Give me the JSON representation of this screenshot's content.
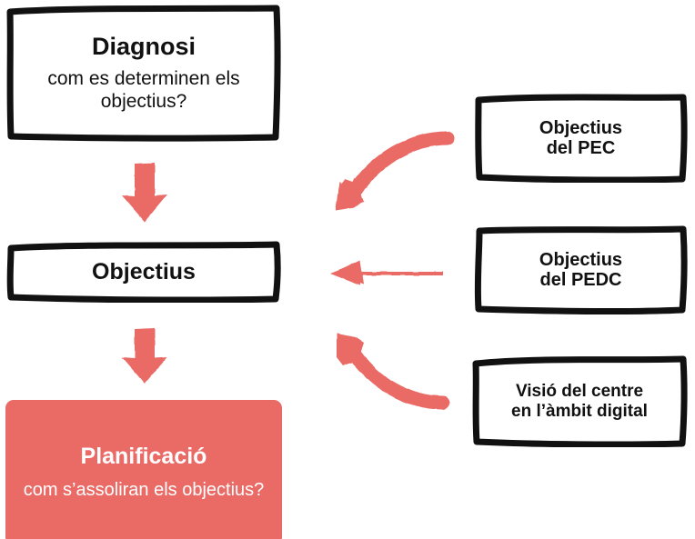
{
  "diagram": {
    "kind": "flowchart",
    "accent_color": "#ea6a66",
    "line_color": "#111111",
    "background": "#ffffff",
    "boxes": [
      {
        "id": "diagnosi",
        "title": "Diagnosi",
        "subtitle": "com es determinen els objectius?",
        "style": "outlined"
      },
      {
        "id": "objectius",
        "title": "Objectius",
        "subtitle": "",
        "style": "outlined"
      },
      {
        "id": "planificacio",
        "title": "Planificació",
        "subtitle": "com s’assoliran els objectius?",
        "style": "filled-accent"
      },
      {
        "id": "pec",
        "title": "Objectius del PEC",
        "line1": "Objectius",
        "line2": "del PEC",
        "style": "outlined"
      },
      {
        "id": "pedc",
        "title": "Objectius del PEDC",
        "line1": "Objectius",
        "line2": "del PEDC",
        "style": "outlined"
      },
      {
        "id": "visio",
        "title": "Visió del centre en l’àmbit digital",
        "line1": "Visió del centre",
        "line2": "en l’àmbit digital",
        "style": "outlined"
      }
    ],
    "arrows": [
      {
        "id": "diagnosi-to-objectius",
        "from": "diagnosi",
        "to": "objectius",
        "shape": "straight-down"
      },
      {
        "id": "objectius-to-planificacio",
        "from": "objectius",
        "to": "planificacio",
        "shape": "straight-down"
      },
      {
        "id": "pec-to-objectius",
        "from": "pec",
        "to": "objectius",
        "shape": "curved-down-left"
      },
      {
        "id": "pedc-to-objectius",
        "from": "pedc",
        "to": "objectius",
        "shape": "straight-left"
      },
      {
        "id": "visio-to-objectius",
        "from": "visio",
        "to": "objectius",
        "shape": "curved-up-left"
      }
    ]
  }
}
